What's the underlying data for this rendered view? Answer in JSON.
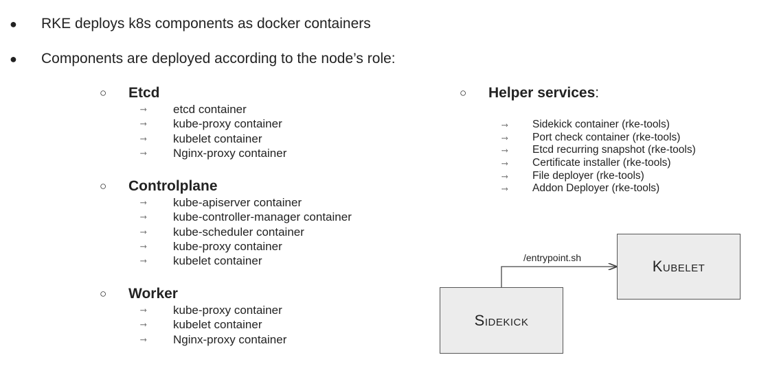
{
  "bullets": [
    {
      "marker": "●",
      "text": "RKE deploys k8s components as docker containers"
    },
    {
      "marker": "●",
      "text": "Components are deployed according to the node’s role:"
    }
  ],
  "sub_marker": "○",
  "arrow_marker": "⤑",
  "roles": {
    "etcd": {
      "title": "Etcd",
      "items": [
        "etcd container",
        "kube-proxy container",
        "kubelet container",
        "Nginx-proxy container"
      ]
    },
    "controlplane": {
      "title": "Controlplane",
      "items": [
        "kube-apiserver container",
        "kube-controller-manager container",
        "kube-scheduler container",
        "kube-proxy container",
        "kubelet container"
      ]
    },
    "worker": {
      "title": "Worker",
      "items": [
        "kube-proxy container",
        "kubelet container",
        "Nginx-proxy container"
      ]
    }
  },
  "helper": {
    "title": "Helper services",
    "colon": ":",
    "items": [
      "Sidekick container (rke-tools)",
      "Port check container (rke-tools)",
      "Etcd recurring snapshot (rke-tools)",
      "Certificate installer (rke-tools)",
      "File deployer (rke-tools)",
      "Addon Deployer (rke-tools)"
    ]
  },
  "diagram": {
    "source_box": "Sidekick",
    "target_box": "Kubelet",
    "connector_label": "/entrypoint.sh",
    "box_fill": "#ececec",
    "box_border": "#555555"
  }
}
